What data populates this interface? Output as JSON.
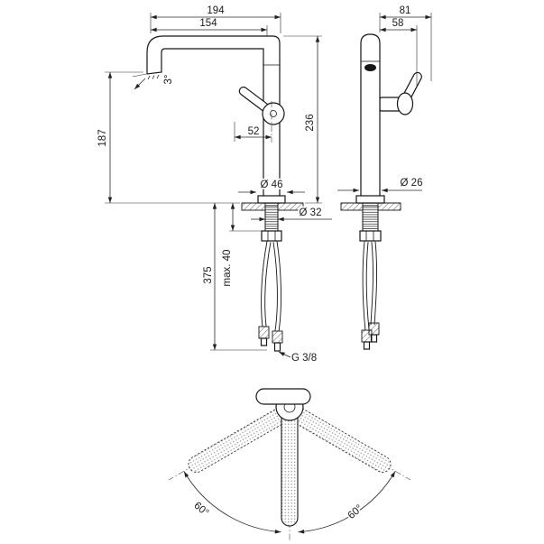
{
  "style": {
    "line_color": "#1a1a1a",
    "background": "#ffffff"
  },
  "drawing": {
    "front": {
      "total_reach": "194",
      "spout_reach": "154",
      "height_total": "236",
      "height_outlet": "187",
      "handle_width": "52",
      "spout_angle": "3°",
      "base_diameter": "Ø 46",
      "hole_diameter": "Ø 32",
      "hose_length": "375",
      "max_counter_thickness": "max. 40",
      "connection_thread": "G 3/8"
    },
    "side": {
      "depth_total": "81",
      "depth_handle": "58",
      "body_diameter": "Ø 26"
    },
    "plan": {
      "swivel_left": "60°",
      "swivel_right": "60°"
    }
  }
}
